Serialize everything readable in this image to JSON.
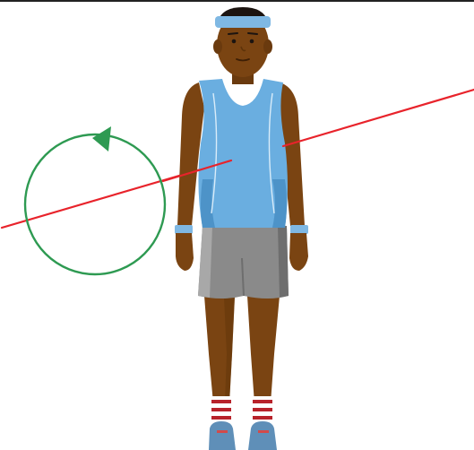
{
  "diagram": {
    "subject": "standing-figure",
    "axis": {
      "kind": "rotation-axis",
      "color": "#e8232b"
    },
    "rotation_indicator": {
      "kind": "circular-arrow",
      "color": "#2e9a52",
      "arrow_icon": "triangle-arrowhead-icon"
    },
    "colors": {
      "skin": "#7a4412",
      "skin_shadow": "#5e3309",
      "hair": "#1c1410",
      "headband": "#7fb8e3",
      "tank_top": "#6aaee0",
      "tank_top_shadow": "#4d93c8",
      "wristband": "#7fb8e3",
      "shorts": "#8a8a8a",
      "shorts_light": "#a8a8a8",
      "shorts_dark": "#6e6e6e",
      "socks": "#ffffff",
      "sock_stripes": "#b8232b",
      "shoes": "#5f8fb8",
      "frame_line": "#222222"
    }
  }
}
